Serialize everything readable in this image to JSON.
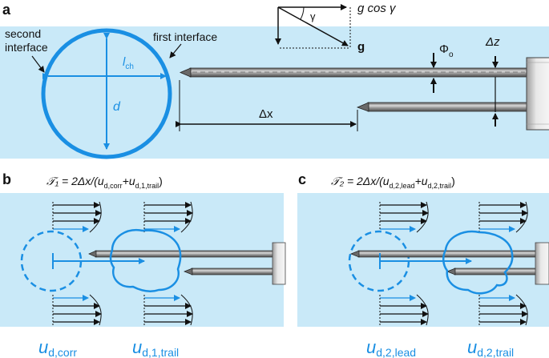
{
  "panel_a": {
    "letter": "a",
    "second_interface_line1": "second",
    "second_interface_line2": "interface",
    "first_interface": "first interface",
    "lch": "l",
    "lch_sub": "ch",
    "d": "d",
    "dx": "Δx",
    "phi": "Φ",
    "phi_sub": "o",
    "dz": "Δz",
    "gamma": "γ",
    "g_cos": "g cos γ",
    "g": "g"
  },
  "panel_b": {
    "letter": "b",
    "formula": "𝒯₁ = 2Δx/(u",
    "formula_sub1": "d,corr",
    "formula_mid": "+u",
    "formula_sub2": "d,1,trail",
    "formula_end": ")",
    "u1": "u",
    "u1_sub": "d,corr",
    "u2": "u",
    "u2_sub": "d,1,trail"
  },
  "panel_c": {
    "letter": "c",
    "formula": "𝒯₂ = 2Δx/(u",
    "formula_sub1": "d,2,lead",
    "formula_mid": "+u",
    "formula_sub2": "d,2,trail",
    "formula_end": ")",
    "u1": "u",
    "u1_sub": "d,2,lead",
    "u2": "u",
    "u2_sub": "d,2,trail"
  },
  "colors": {
    "background_blue": "#c9e9f8",
    "accent_blue": "#1a8fe3",
    "needle_grey": "#8a8a8a"
  }
}
